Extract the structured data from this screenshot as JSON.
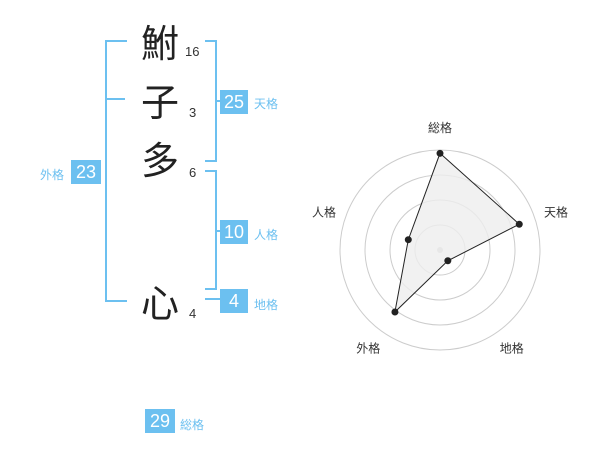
{
  "name": {
    "chars": [
      {
        "char": "鮒",
        "strokes": "16"
      },
      {
        "char": "子",
        "strokes": "3"
      },
      {
        "char": "多",
        "strokes": "6"
      },
      {
        "char": "心",
        "strokes": "4"
      }
    ]
  },
  "kakusu": {
    "tenkaku": {
      "value": "25",
      "label": "天格"
    },
    "jinkaku": {
      "value": "10",
      "label": "人格"
    },
    "chikaku": {
      "value": "4",
      "label": "地格"
    },
    "gaikaku": {
      "value": "23",
      "label": "外格"
    },
    "soukaku": {
      "value": "29",
      "label": "総格"
    }
  },
  "chart_data": {
    "type": "radar",
    "axes": [
      "総格",
      "天格",
      "地格",
      "外格",
      "人格"
    ],
    "values": [
      29,
      25,
      4,
      23,
      10
    ],
    "range": [
      0,
      30
    ],
    "rings": 4,
    "colors": {
      "fill": "#eeeeee",
      "line": "#222222",
      "ring": "#cccccc"
    }
  }
}
